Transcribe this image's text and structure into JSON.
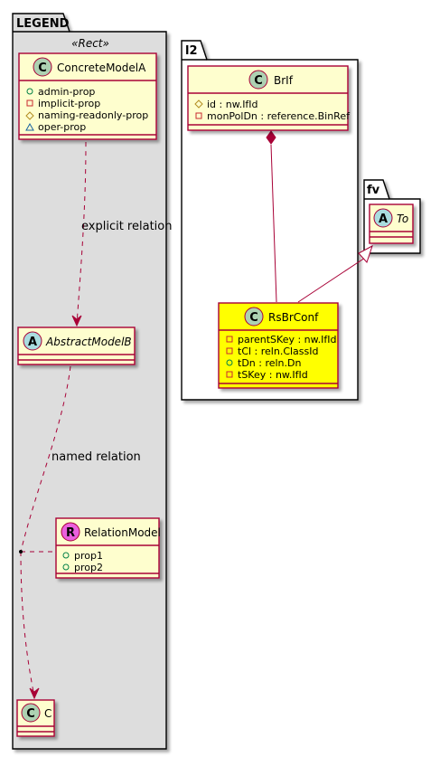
{
  "packages": {
    "legend": {
      "name": "LEGEND",
      "stereotype": "«Rect»"
    },
    "l2": {
      "name": "l2"
    },
    "fv": {
      "name": "fv"
    }
  },
  "classes": {
    "concrete_model_a": {
      "name": "ConcreteModelA",
      "kind": "C",
      "attributes": [
        {
          "visibility": "public",
          "text": "admin-prop"
        },
        {
          "visibility": "private",
          "text": "implicit-prop"
        },
        {
          "visibility": "protected",
          "text": "naming-readonly-prop"
        },
        {
          "visibility": "package",
          "text": "oper-prop"
        }
      ]
    },
    "abstract_model_b": {
      "name": "AbstractModelB",
      "kind": "A"
    },
    "relation_model": {
      "name": "RelationModel",
      "kind": "R",
      "attributes": [
        {
          "visibility": "public",
          "text": "prop1"
        },
        {
          "visibility": "public",
          "text": "prop2"
        }
      ]
    },
    "c": {
      "name": "C",
      "kind": "C"
    },
    "brif": {
      "name": "BrIf",
      "kind": "C",
      "attributes": [
        {
          "visibility": "protected",
          "text": "id : nw.IfId"
        },
        {
          "visibility": "private",
          "text": "monPolDn : reference.BinRef"
        }
      ]
    },
    "to": {
      "name": "To",
      "kind": "A"
    },
    "rsbrconf": {
      "name": "RsBrConf",
      "kind": "C",
      "attributes": [
        {
          "visibility": "private",
          "text": "parentSKey : nw.IfId"
        },
        {
          "visibility": "private",
          "text": "tCl : reln.ClassId"
        },
        {
          "visibility": "public",
          "text": "tDn : reln.Dn"
        },
        {
          "visibility": "private",
          "text": "tSKey : nw.IfId"
        }
      ]
    }
  },
  "relations": {
    "explicit": "explicit relation",
    "named": "named relation"
  },
  "colors": {
    "class_fill": "#FEFECE",
    "class_border": "#A80036",
    "highlight_fill": "#FFFF00",
    "package_fill_legend": "#DDDDDD",
    "circle_class": "#ADD1B2",
    "circle_abstract": "#A9DCDF",
    "circle_relation": "#EB60DE"
  }
}
